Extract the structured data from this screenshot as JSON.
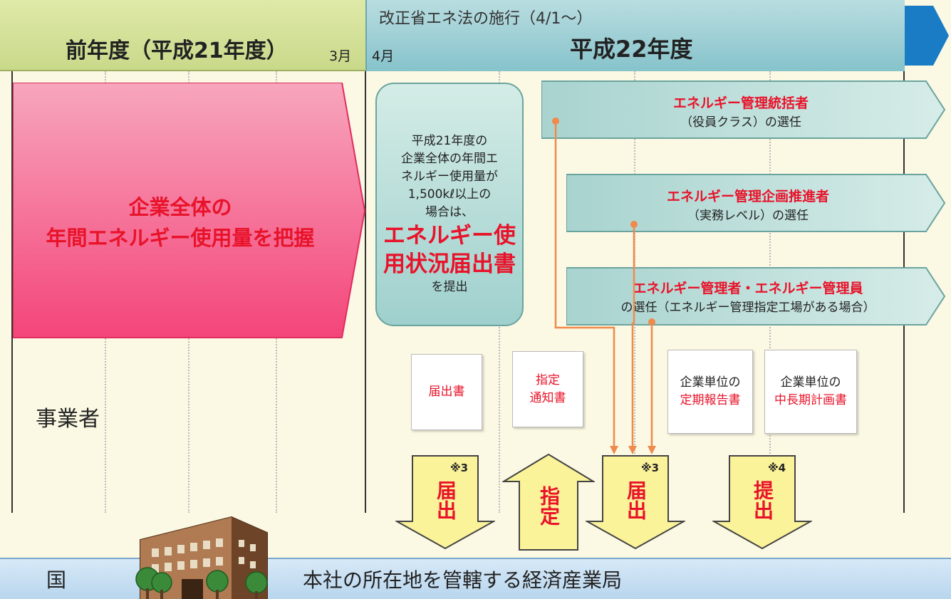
{
  "header": {
    "prev_year": "前年度（平成21年度）",
    "march": "3月",
    "april": "4月",
    "law_note": "改正省エネ法の施行（4/1〜）",
    "curr_year": "平成22年度"
  },
  "pink_box": {
    "line1": "企業全体の",
    "line2": "年間エネルギー使用量を把握"
  },
  "condition_box": {
    "line1": "平成21年度の",
    "line2": "企業全体の年間エ",
    "line3": "ネルギー使用量が",
    "line4": "1,500kℓ以上の",
    "line5": "場合は、",
    "big1": "エネルギー使",
    "big2": "用状況届出書",
    "line6": "を提出"
  },
  "bars": [
    {
      "title": "エネルギー管理統括者",
      "sub": "（役員クラス）の選任"
    },
    {
      "title": "エネルギー管理企画推進者",
      "sub": "（実務レベル）の選任"
    },
    {
      "title": "エネルギー管理者・エネルギー管理員",
      "sub": "の選任（エネルギー管理指定工場がある場合）"
    }
  ],
  "documents": {
    "doc1": "届出書",
    "doc2_l1": "指定",
    "doc2_l2": "通知書",
    "doc3_l1": "企業単位の",
    "doc3_l2": "定期報告書",
    "doc4_l1": "企業単位の",
    "doc4_l2": "中長期計画書"
  },
  "arrows": {
    "a1": "届出",
    "a1_note": "※3",
    "a2": "指定",
    "a3": "届出",
    "a3_note": "※3",
    "a4": "提出",
    "a4_note": "※4"
  },
  "actor_label": "事業者",
  "bottom": {
    "country": "国",
    "bureau": "本社の所在地を管轄する経済産業局"
  },
  "colors": {
    "red": "#e8132a",
    "pink": "#f4457a",
    "teal": "#86c3cb",
    "yellow": "#fbf39a",
    "bar_blue": "#b8d6ee",
    "connector_orange": "#f08a4b"
  }
}
